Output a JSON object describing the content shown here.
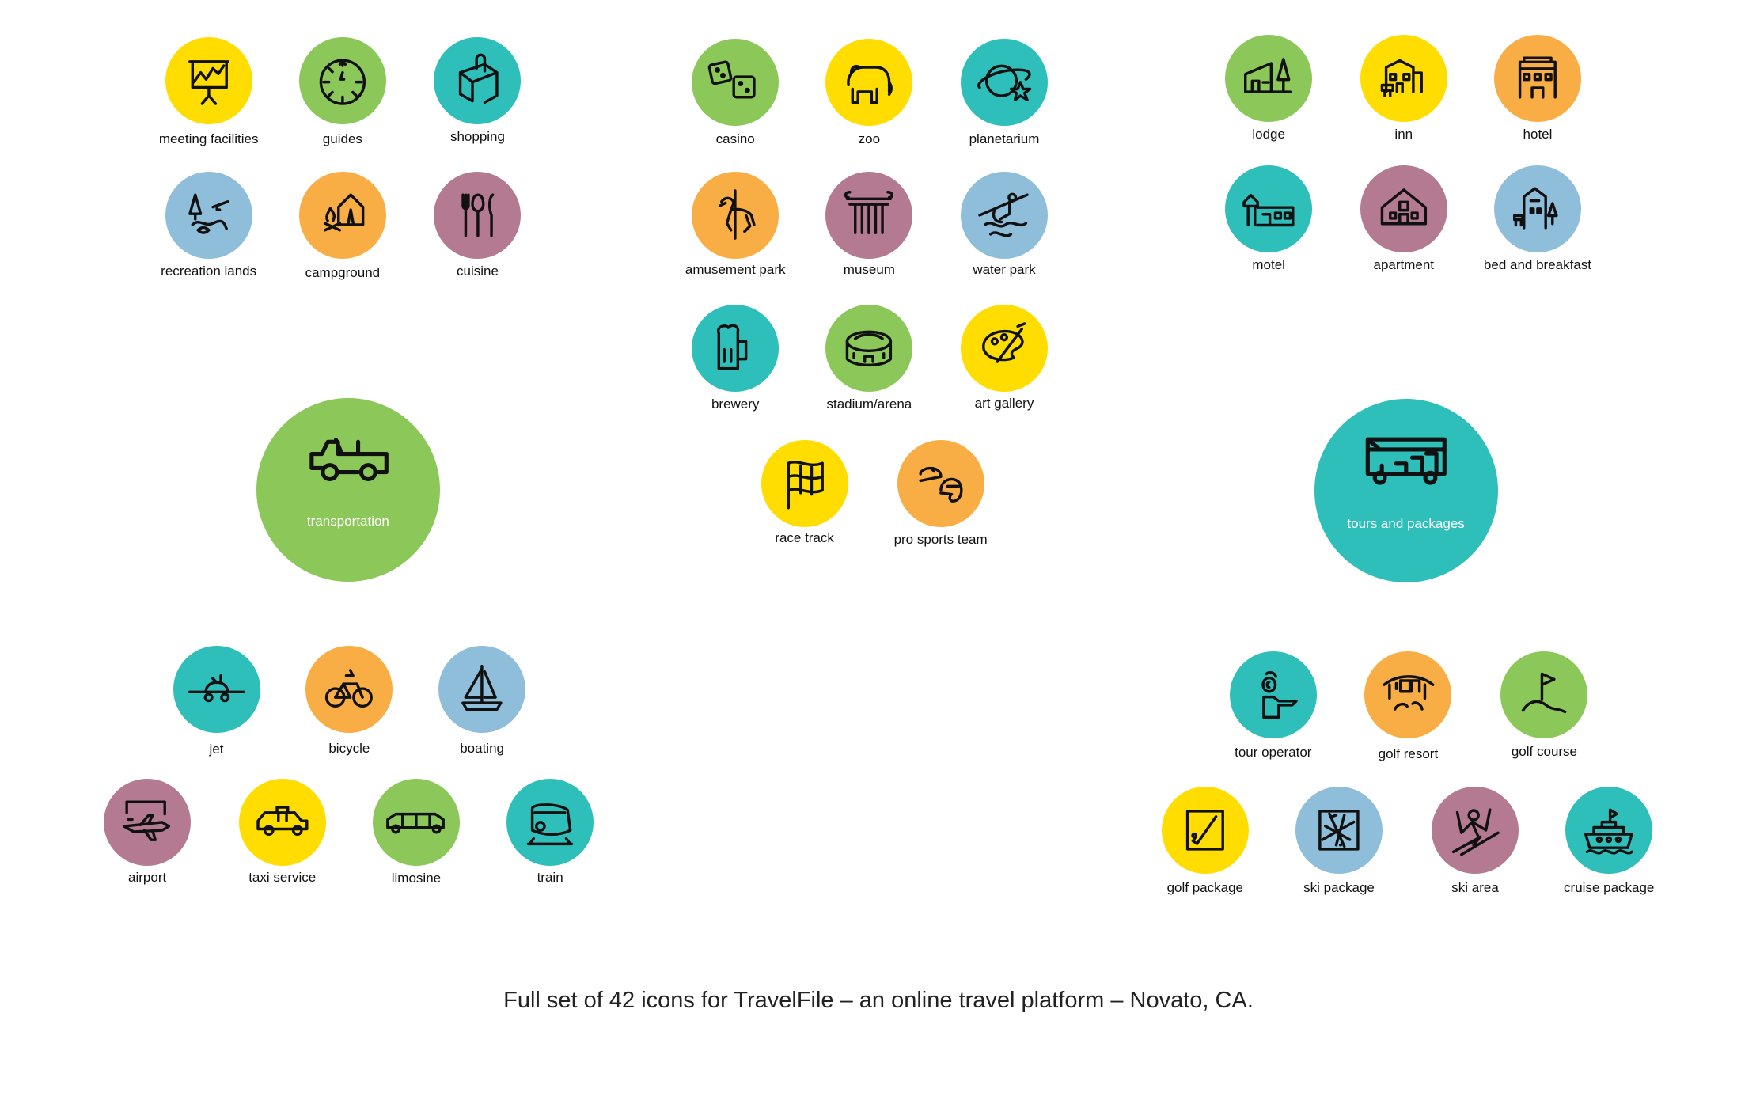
{
  "colors": {
    "yellow": "#FFDD00",
    "green": "#8CC759",
    "teal": "#2FBFBA",
    "blue": "#8FBEDB",
    "orange": "#F9AE45",
    "mauve": "#B47A91"
  },
  "icons": [
    {
      "label": "meeting facilities",
      "icon": "presentation-board-icon",
      "color": "yellow"
    },
    {
      "label": "guides",
      "icon": "compass-icon",
      "color": "green"
    },
    {
      "label": "shopping",
      "icon": "shopping-bag-icon",
      "color": "teal"
    },
    {
      "label": "recreation lands",
      "icon": "tree-lake-icon",
      "color": "blue"
    },
    {
      "label": "campground",
      "icon": "tent-fire-icon",
      "color": "orange"
    },
    {
      "label": "cuisine",
      "icon": "cutlery-icon",
      "color": "mauve"
    },
    {
      "label": "transportation",
      "icon": "jeep-icon",
      "color": "green"
    },
    {
      "label": "jet",
      "icon": "jet-icon",
      "color": "teal"
    },
    {
      "label": "bicycle",
      "icon": "bicycle-icon",
      "color": "orange"
    },
    {
      "label": "boating",
      "icon": "sailboat-icon",
      "color": "blue"
    },
    {
      "label": "airport",
      "icon": "airplane-icon",
      "color": "mauve"
    },
    {
      "label": "taxi service",
      "icon": "taxi-icon",
      "color": "yellow"
    },
    {
      "label": "limosine",
      "icon": "limousine-icon",
      "color": "green"
    },
    {
      "label": "train",
      "icon": "train-icon",
      "color": "teal"
    },
    {
      "label": "casino",
      "icon": "dice-icon",
      "color": "green"
    },
    {
      "label": "zoo",
      "icon": "elephant-icon",
      "color": "yellow"
    },
    {
      "label": "planetarium",
      "icon": "planet-star-icon",
      "color": "teal"
    },
    {
      "label": "amusement park",
      "icon": "carousel-horse-icon",
      "color": "orange"
    },
    {
      "label": "museum",
      "icon": "column-icon",
      "color": "mauve"
    },
    {
      "label": "water park",
      "icon": "water-slide-icon",
      "color": "blue"
    },
    {
      "label": "brewery",
      "icon": "beer-mug-icon",
      "color": "teal"
    },
    {
      "label": "stadium/arena",
      "icon": "stadium-icon",
      "color": "green"
    },
    {
      "label": "art gallery",
      "icon": "palette-icon",
      "color": "yellow"
    },
    {
      "label": "race track",
      "icon": "checkered-flag-icon",
      "color": "yellow"
    },
    {
      "label": "pro sports team",
      "icon": "helmet-cap-icon",
      "color": "orange"
    },
    {
      "label": "lodge",
      "icon": "lodge-icon",
      "color": "green"
    },
    {
      "label": "inn",
      "icon": "inn-icon",
      "color": "yellow"
    },
    {
      "label": "hotel",
      "icon": "hotel-icon",
      "color": "orange"
    },
    {
      "label": "motel",
      "icon": "motel-icon",
      "color": "teal"
    },
    {
      "label": "apartment",
      "icon": "apartment-icon",
      "color": "mauve"
    },
    {
      "label": "bed and breakfast",
      "icon": "bed-breakfast-icon",
      "color": "blue"
    },
    {
      "label": "tours and packages",
      "icon": "tour-bus-icon",
      "color": "teal"
    },
    {
      "label": "tour operator",
      "icon": "tour-guide-icon",
      "color": "teal"
    },
    {
      "label": "golf resort",
      "icon": "resort-icon",
      "color": "orange"
    },
    {
      "label": "golf course",
      "icon": "golf-flag-icon",
      "color": "green"
    },
    {
      "label": "golf package",
      "icon": "golf-club-icon",
      "color": "yellow"
    },
    {
      "label": "ski package",
      "icon": "crossed-skis-icon",
      "color": "blue"
    },
    {
      "label": "ski area",
      "icon": "skier-icon",
      "color": "mauve"
    },
    {
      "label": "cruise package",
      "icon": "cruise-ship-icon",
      "color": "teal"
    }
  ],
  "caption": "Full set of 42 icons for TravelFile – an online travel platform – Novato, CA."
}
